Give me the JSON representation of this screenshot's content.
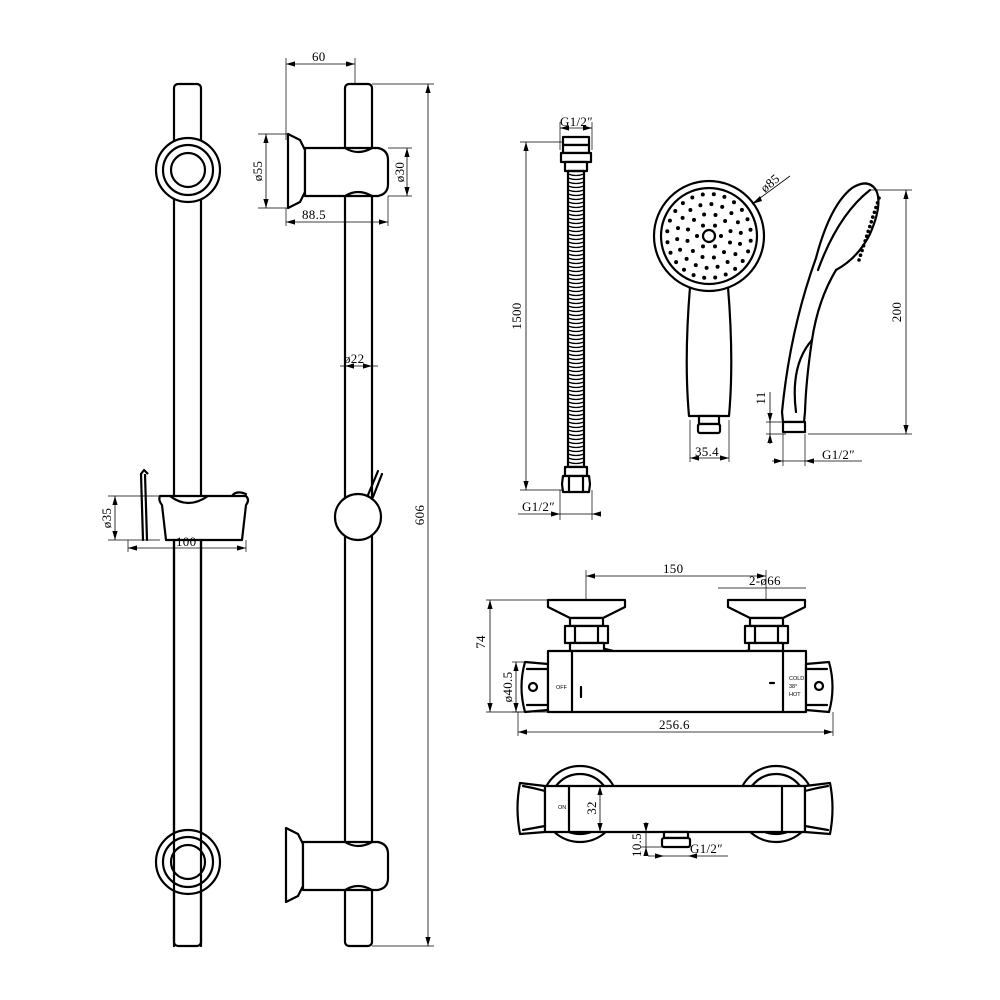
{
  "dimensions": {
    "bracket_offset": "60",
    "bracket_diameter": "ø55",
    "arm_diameter": "ø30",
    "bracket_depth": "88.5",
    "rail_diameter": "ø22",
    "rail_length": "606",
    "slider_diameter": "ø35",
    "slider_width": "100",
    "hose_top_thread": "G1/2″",
    "hose_length": "1500",
    "hose_bottom_thread": "G1/2″",
    "head_diameter": "ø85",
    "handle_width": "35.4",
    "handset_length": "200",
    "handset_thread_length": "11",
    "handset_thread": "G1/2″",
    "inlet_spacing": "150",
    "inlet_flange": "2-ø66",
    "valve_height": "74",
    "valve_body_diameter": "ø40.5",
    "valve_length": "256.6",
    "outlet_height": "32",
    "outlet_length": "10.5",
    "outlet_thread": "G1/2″"
  },
  "valve_markings": {
    "off": "OFF",
    "cold": "COLD",
    "temp": "38°",
    "hot": "HOT",
    "on": "ON"
  }
}
